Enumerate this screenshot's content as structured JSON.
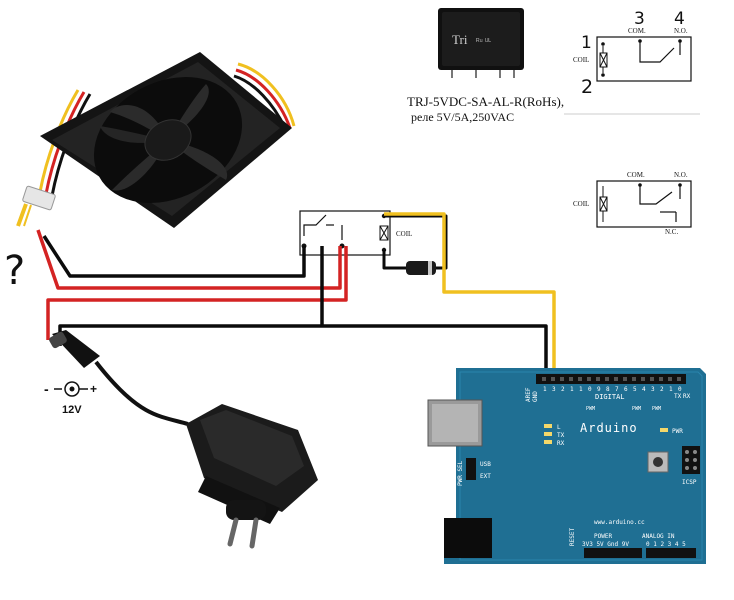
{
  "relay_part": {
    "model_line": "TRJ-5VDC-SA-AL-R(RoHs),",
    "spec_line": "реле 5V/5A,250VAC",
    "case_marking": "Tri"
  },
  "pin_diagram_top": {
    "pin_numbers": [
      "1",
      "2",
      "3",
      "4"
    ],
    "coil_label": "COIL",
    "com_label": "COM.",
    "no_label": "N.O."
  },
  "pin_diagram_bottom": {
    "coil_label": "COIL",
    "com_label": "COM.",
    "no_label": "N.O.",
    "nc_label": "N.C."
  },
  "wired_relay": {
    "coil_label": "COIL"
  },
  "fan": {
    "unknown_wire_mark": "?"
  },
  "power_jack": {
    "minus": "-",
    "plus": "+",
    "voltage": "12V"
  },
  "arduino": {
    "brand": "Arduino",
    "url": "www.arduino.cc",
    "aref_label": "AREF",
    "gnd_label": "GND",
    "digital_label": "DIGITAL",
    "digital_pins_top": [
      "1",
      "3",
      "2",
      "1",
      "1",
      "0",
      "9",
      "8",
      "7",
      "6",
      "5",
      "4",
      "3",
      "2",
      "1",
      "0"
    ],
    "pwm_label": "PWM",
    "tx_rx_labels": [
      "TX",
      "RX"
    ],
    "led_labels": [
      "L",
      "TX",
      "RX"
    ],
    "pwr_label": "PWR",
    "pwr_sel_label": "PWR SEL",
    "usb_label": "USB",
    "ext_label": "EXT",
    "icsp_label": "ICSP",
    "reset_label": "RESET",
    "power_label": "POWER",
    "power_pins": "3V3 5V Gnd 9V",
    "analog_label": "ANALOG IN",
    "analog_pins": "0 1 2 3 4 5",
    "colors": {
      "board": "#1f6f93",
      "board_dark": "#185a78",
      "silk": "#ffffff"
    }
  },
  "wire_colors": {
    "black": "#0b0b0b",
    "red": "#d42323",
    "yellow": "#f0c020"
  }
}
